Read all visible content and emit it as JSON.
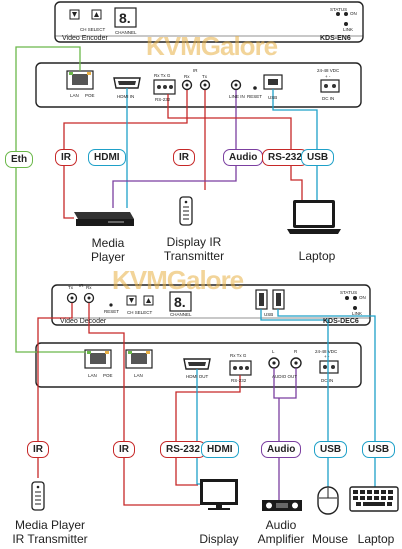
{
  "watermark": "KVMGalore",
  "encoder": {
    "front": {
      "model": "KDS-EN6",
      "caption": "Video Encoder",
      "ch_select": "CH SELECT",
      "channel": "CHANNEL",
      "status": "STATUS",
      "on": "ON",
      "link": "LINK"
    },
    "rear": {
      "lan": "LAN",
      "poe": "POE",
      "hdmi_in": "HDMI IN",
      "rs232": "RS-232",
      "rs232_pins": "Rx Tx G",
      "ir": "IR",
      "rx": "Rx",
      "tx": "Tx",
      "line_in": "LINE IN",
      "reset": "RESET",
      "usb": "USB",
      "dc_in": "DC IN",
      "power": "24-48 VDC",
      "plus_minus": "+ -"
    }
  },
  "decoder": {
    "front": {
      "model": "KDS-DEC6",
      "caption": "Video Decoder",
      "ir": "IR",
      "tx": "Tx",
      "rx": "Rx",
      "reset": "RESET",
      "ch_select": "CH SELECT",
      "channel": "CHANNEL",
      "usb": "USB",
      "status": "STATUS",
      "on": "ON",
      "link": "LINK"
    },
    "rear": {
      "lan": "LAN",
      "poe": "POE",
      "hdmi_out": "HDMI OUT",
      "rs232": "RS-232",
      "rs232_pins": "Rx Tx G",
      "audio_out": "AUDIO OUT",
      "l": "L",
      "r": "R",
      "dc_in": "DC IN",
      "power": "24-48 VDC",
      "plus_minus": "+ -"
    }
  },
  "tags": {
    "eth": "Eth",
    "ir_top_left": "IR",
    "hdmi_top": "HDMI",
    "ir_top_mid": "IR",
    "audio_top": "Audio",
    "rs232_top": "RS-232",
    "usb_top": "USB",
    "ir_bottom_left": "IR",
    "ir_bottom_mid": "IR",
    "rs232_bottom": "RS-232",
    "hdmi_bottom": "HDMI",
    "audio_bottom": "Audio",
    "usb_bottom_mouse": "USB",
    "usb_bottom_keyboard": "USB"
  },
  "devices": {
    "media_player": "Media\nPlayer",
    "display_ir_tx": "Display IR\nTransmitter",
    "laptop_top": "Laptop",
    "mp_ir_tx": "Media Player\nIR Transmitter",
    "display": "Display",
    "audio_amp": "Audio\nAmplifier",
    "mouse": "Mouse",
    "laptop_bottom": "Laptop"
  },
  "colors": {
    "red": "#c62828",
    "blue": "#1ea0c8",
    "purple": "#7b3fa0",
    "green": "#6bb84a",
    "device": "#1a1a1a"
  }
}
